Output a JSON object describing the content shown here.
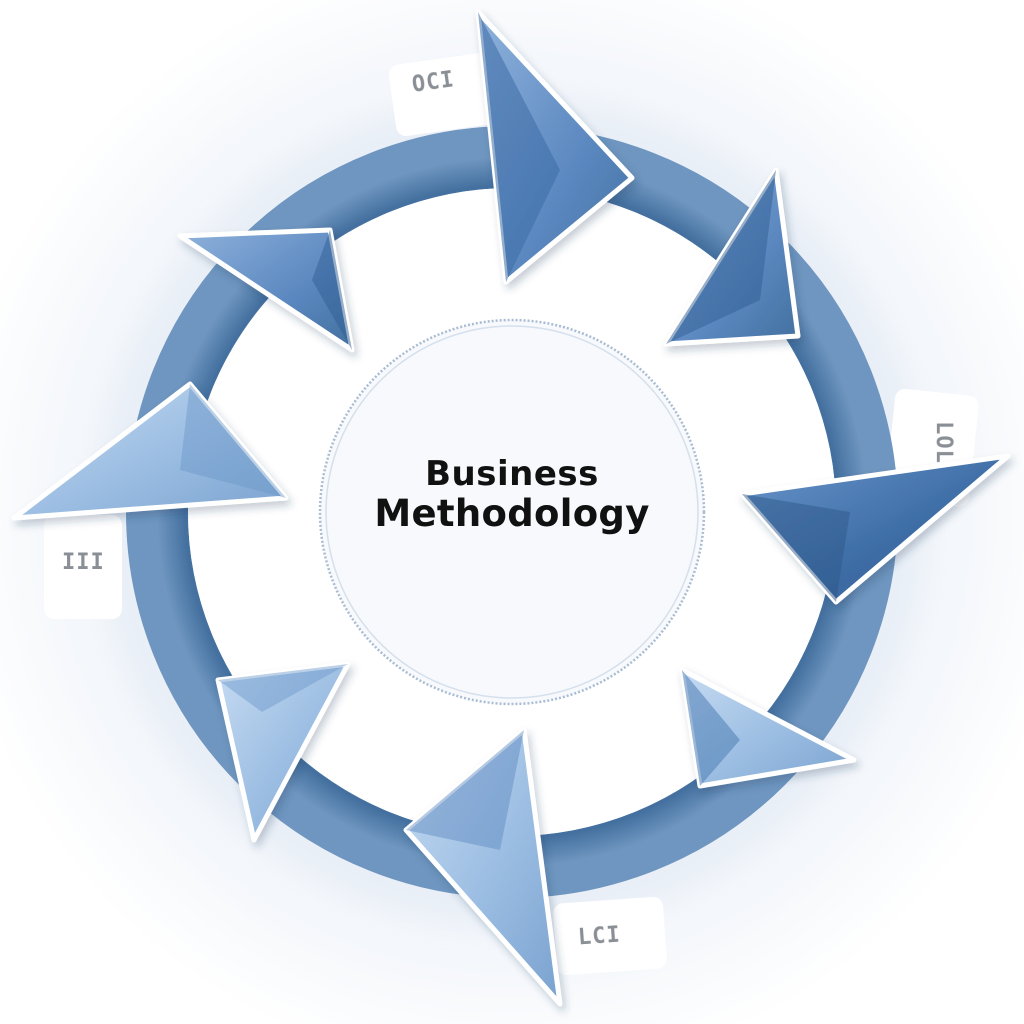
{
  "diagram": {
    "center": {
      "title_line1": "Business",
      "title_line2": "Methodology"
    },
    "tab_labels": [
      "OCI",
      "LOL",
      "LCI",
      "III"
    ],
    "colors": {
      "ring": "#4c77a6",
      "arrow_dark": "#3f6ea7",
      "arrow_mid": "#5b88c0",
      "arrow_light": "#9bbde2",
      "center_border": "#a9bcd2"
    }
  }
}
